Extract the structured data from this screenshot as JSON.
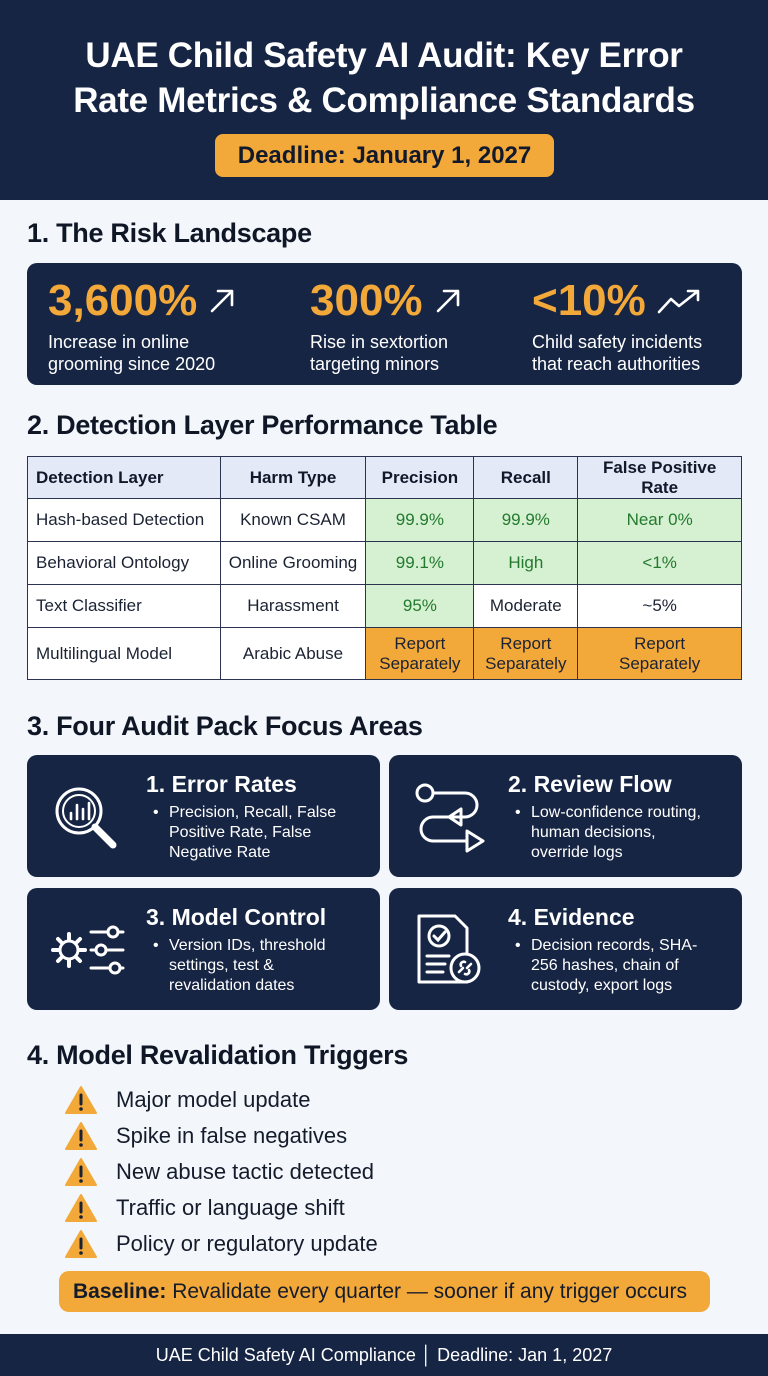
{
  "header": {
    "title_line1": "UAE Child Safety AI Audit: Key Error",
    "title_line2": "Rate Metrics & Compliance Standards",
    "deadline": "Deadline: January 1, 2027"
  },
  "risk": {
    "title": "1. The Risk Landscape",
    "stats": [
      {
        "value": "3,600%",
        "line1": "Increase in online",
        "line2": "grooming since 2020",
        "icon": "arrow-up-right-icon"
      },
      {
        "value": "300%",
        "line1": "Rise in sextortion",
        "line2": "targeting minors",
        "icon": "arrow-up-right-icon"
      },
      {
        "value": "<10%",
        "line1": "Child safety incidents",
        "line2": "that reach authorities",
        "icon": "trend-up-icon"
      }
    ]
  },
  "table": {
    "title": "2. Detection Layer Performance Table",
    "headers": [
      "Detection Layer",
      "Harm Type",
      "Precision",
      "Recall",
      "False Positive Rate"
    ],
    "rows": [
      [
        "Hash-based Detection",
        "Known CSAM",
        "99.9%",
        "99.9%",
        "Near 0%"
      ],
      [
        "Behavioral Ontology",
        "Online Grooming",
        "99.1%",
        "High",
        "<1%"
      ],
      [
        "Text Classifier",
        "Harassment",
        "95%",
        "Moderate",
        "~5%"
      ],
      [
        "Multilingual Model",
        "Arabic Abuse",
        "Report Separately",
        "Report Separately",
        "Report Separately"
      ]
    ],
    "report_line1": "Report",
    "report_line2": "Separately"
  },
  "focus": {
    "title": "3. Four Audit Pack Focus Areas",
    "cards": [
      {
        "title": "1. Error Rates",
        "lines": [
          "Precision, Recall, False",
          "Positive Rate, False",
          "Negative Rate"
        ],
        "icon": "magnifier-chart-icon"
      },
      {
        "title": "2. Review Flow",
        "lines": [
          "Low-confidence routing,",
          "human decisions,",
          "override logs"
        ],
        "icon": "flow-arrows-icon"
      },
      {
        "title": "3. Model Control",
        "lines": [
          "Version IDs, threshold",
          "settings, test &",
          "revalidation dates"
        ],
        "icon": "gear-sliders-icon"
      },
      {
        "title": "4. Evidence",
        "lines": [
          "Decision records, SHA-",
          "256 hashes, chain of",
          "custody, export logs"
        ],
        "icon": "document-check-icon"
      }
    ]
  },
  "revalidation": {
    "title": "4. Model Revalidation Triggers",
    "triggers": [
      "Major model update",
      "Spike in false negatives",
      "New abuse tactic detected",
      "Traffic or language shift",
      "Policy or regulatory update"
    ],
    "baseline_label": "Baseline:",
    "baseline_text": " Revalidate every quarter — sooner if any trigger occurs"
  },
  "footer": {
    "text": "UAE Child Safety AI Compliance │ Deadline: Jan 1, 2027"
  },
  "colors": {
    "navy": "#172544",
    "accent": "#f3a93a",
    "good_bg": "#d6f0d2",
    "good_text": "#237a2e"
  }
}
